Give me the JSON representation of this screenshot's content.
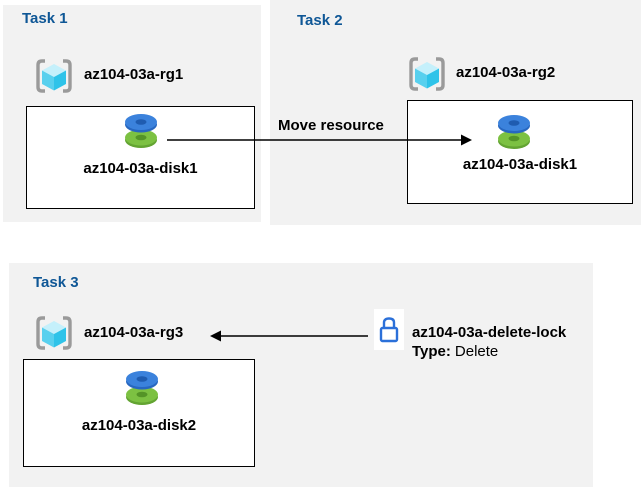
{
  "diagram": {
    "tasks": [
      {
        "title": "Task 1",
        "resource_group": "az104-03a-rg1",
        "disk": "az104-03a-disk1"
      },
      {
        "title": "Task 2",
        "resource_group": "az104-03a-rg2",
        "disk": "az104-03a-disk1"
      },
      {
        "title": "Task 3",
        "resource_group": "az104-03a-rg3",
        "disk": "az104-03a-disk2"
      }
    ],
    "move_arrow_label": "Move resource",
    "lock": {
      "name": "az104-03a-delete-lock",
      "type_label": "Type:",
      "type_value": "Delete"
    },
    "icons": {
      "resource_group": "resource-group-icon",
      "disk": "disk-icon",
      "lock": "lock-icon"
    },
    "colors": {
      "task_title_blue": "#0f5796",
      "panel_background": "#f2f2f2",
      "box_border": "#000000",
      "arrow_black": "#000000",
      "lock_blue": "#2b70d9",
      "disk_blue": "#3b82dc",
      "disk_green": "#7cc142",
      "cube_cyan": "#2ec3e9",
      "bracket_gray": "#9a9a9a"
    }
  }
}
